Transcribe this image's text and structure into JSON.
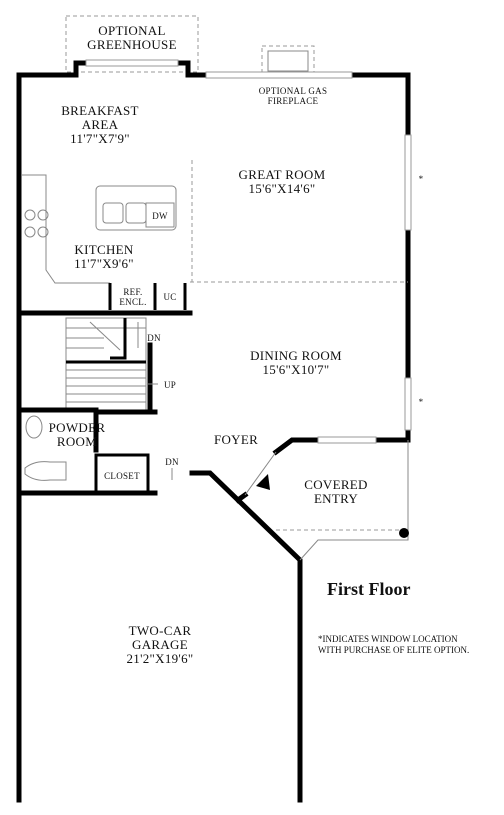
{
  "rooms": {
    "greenhouse": "OPTIONAL\nGREENHOUSE",
    "breakfast_name": "BREAKFAST\nAREA",
    "breakfast_dim": "11'7\"X7'9\"",
    "fireplace": "OPTIONAL GAS\nFIREPLACE",
    "great_room_name": "GREAT ROOM",
    "great_room_dim": "15'6\"X14'6\"",
    "dw": "DW",
    "kitchen_name": "KITCHEN",
    "kitchen_dim": "11'7\"X9'6\"",
    "ref": "REF.\nENCL.",
    "uc": "UC",
    "dn_upper": "DN",
    "dining_name": "DINING ROOM",
    "dining_dim": "15'6\"X10'7\"",
    "up": "UP",
    "powder_room": "POWDER\nROOM",
    "foyer": "FOYER",
    "closet": "CLOSET",
    "dn_lower": "DN",
    "covered_entry": "COVERED\nENTRY",
    "garage_name": "TWO-CAR\nGARAGE",
    "garage_dim": "21'2\"X19'6\""
  },
  "markers": {
    "star_upper": "*",
    "star_lower": "*"
  },
  "title": "First Floor",
  "note": "*INDICATES WINDOW LOCATION\nWITH PURCHASE OF ELITE OPTION."
}
